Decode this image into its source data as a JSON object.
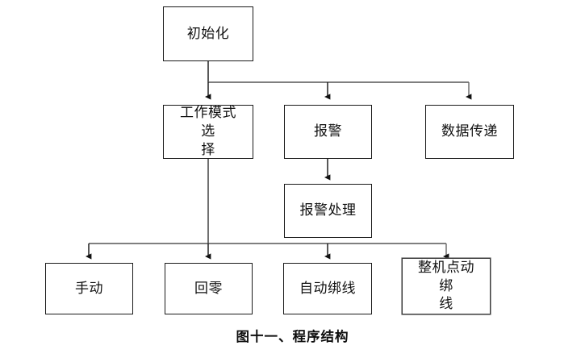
{
  "figure": {
    "caption": "图十一、程序结构",
    "background_color": "#ffffff",
    "line_color": "#1a1a1a",
    "box_border_color": "#1a1a1a",
    "text_color": "#111111"
  },
  "nodes": {
    "init": {
      "label": "初始化"
    },
    "work_mode": {
      "line1": "工作模式选",
      "line2": "择"
    },
    "alarm": {
      "label": "报警"
    },
    "data_transfer": {
      "label": "数据传递"
    },
    "alarm_handle": {
      "label": "报警处理"
    },
    "manual": {
      "label": "手动"
    },
    "return_zero": {
      "label": "回零"
    },
    "auto_bind": {
      "label": "自动绑线"
    },
    "machine_jog_bind": {
      "line1": "整机点动绑",
      "line2": "线"
    }
  }
}
